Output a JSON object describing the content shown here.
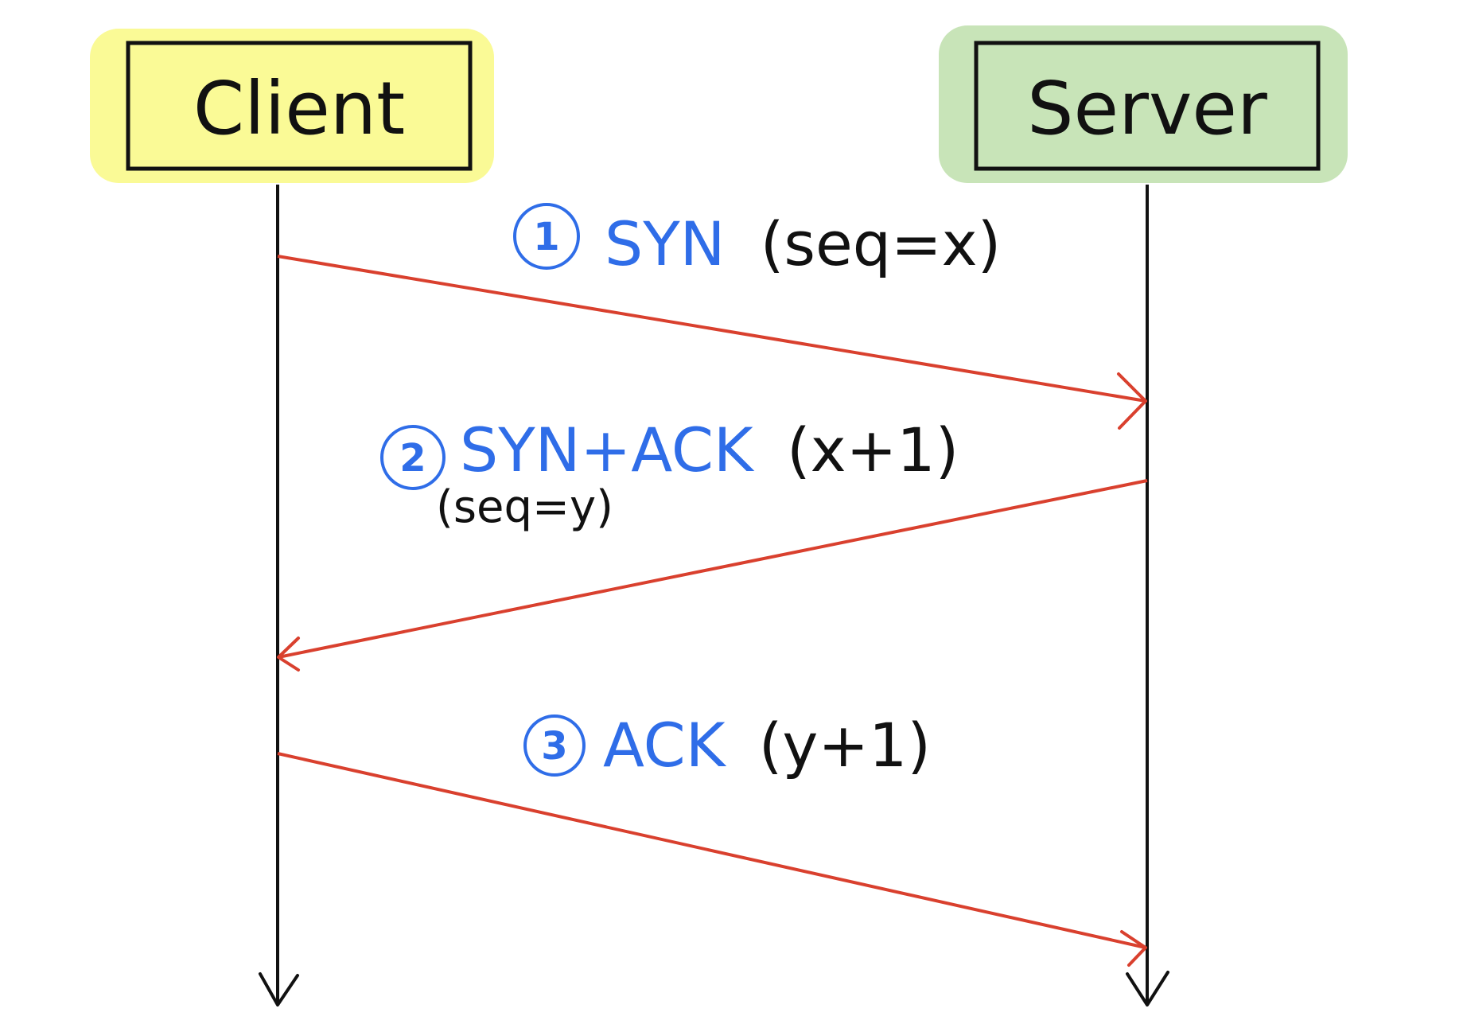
{
  "colors": {
    "client_highlight": "#fafa96",
    "server_highlight": "#c8e4b8",
    "arrow": "#d9402e",
    "step_blue": "#2f6de8",
    "ink": "#111111"
  },
  "nodes": {
    "client": {
      "label": "Client"
    },
    "server": {
      "label": "Server"
    }
  },
  "messages": [
    {
      "step": "1",
      "name": "SYN",
      "detail": "(seq=x)",
      "sub": "",
      "direction": "client-to-server"
    },
    {
      "step": "2",
      "name": "SYN+ACK",
      "detail": "(x+1)",
      "sub": "(seq=y)",
      "direction": "server-to-client"
    },
    {
      "step": "3",
      "name": "ACK",
      "detail": "(y+1)",
      "sub": "",
      "direction": "client-to-server"
    }
  ]
}
